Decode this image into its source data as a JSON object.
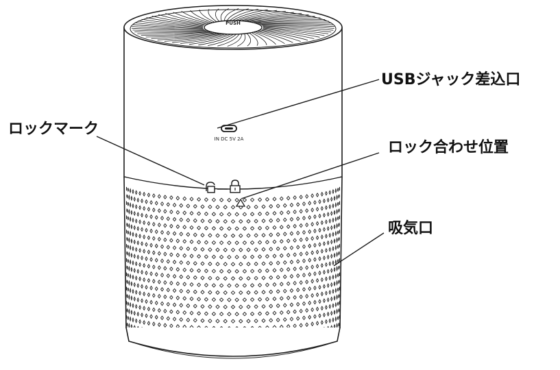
{
  "labels": {
    "usb_port": "USBジャック差込口",
    "lock_mark": "ロックマーク",
    "lock_align": "ロック合わせ位置",
    "air_intake": "吸気口"
  },
  "device": {
    "push_text": "PUSH",
    "port_text": "IN DC 5V 2A"
  },
  "colors": {
    "line": "#1a1a1a",
    "background": "#ffffff"
  }
}
